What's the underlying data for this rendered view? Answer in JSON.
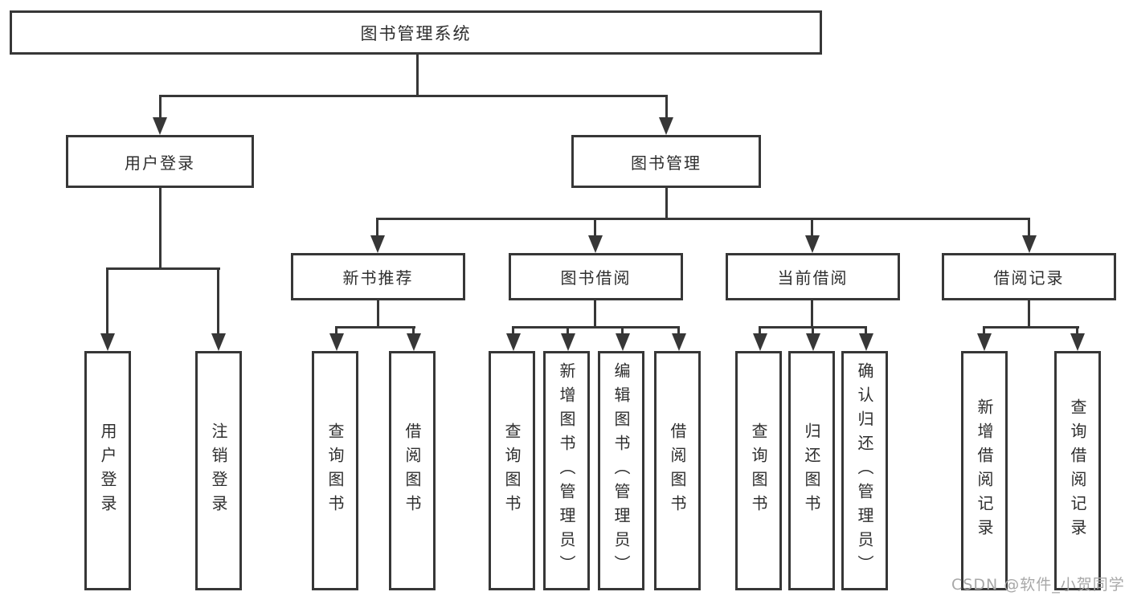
{
  "tree": {
    "root": {
      "label": "图书管理系统",
      "children": [
        {
          "label": "用户登录",
          "children": [
            {
              "label": "用户登录"
            },
            {
              "label": "注销登录"
            }
          ]
        },
        {
          "label": "图书管理",
          "children": [
            {
              "label": "新书推荐",
              "children": [
                {
                  "label": "查询图书"
                },
                {
                  "label": "借阅图书"
                }
              ]
            },
            {
              "label": "图书借阅",
              "children": [
                {
                  "label": "查询图书"
                },
                {
                  "label": "新增图书（管理员）"
                },
                {
                  "label": "编辑图书（管理员）"
                },
                {
                  "label": "借阅图书"
                }
              ]
            },
            {
              "label": "当前借阅",
              "children": [
                {
                  "label": "查询图书"
                },
                {
                  "label": "归还图书"
                },
                {
                  "label": "确认归还（管理员）"
                }
              ]
            },
            {
              "label": "借阅记录",
              "children": [
                {
                  "label": "新增借阅记录"
                },
                {
                  "label": "查询借阅记录"
                }
              ]
            }
          ]
        }
      ]
    }
  },
  "watermark": "CSDN @软件_小贺同学",
  "colors": {
    "line": "#373737",
    "box_border": "#373737",
    "box_background": "#ffffff",
    "text": "#2e2e2e",
    "watermark": "#a8a8a8",
    "page_background": "#ffffff"
  }
}
